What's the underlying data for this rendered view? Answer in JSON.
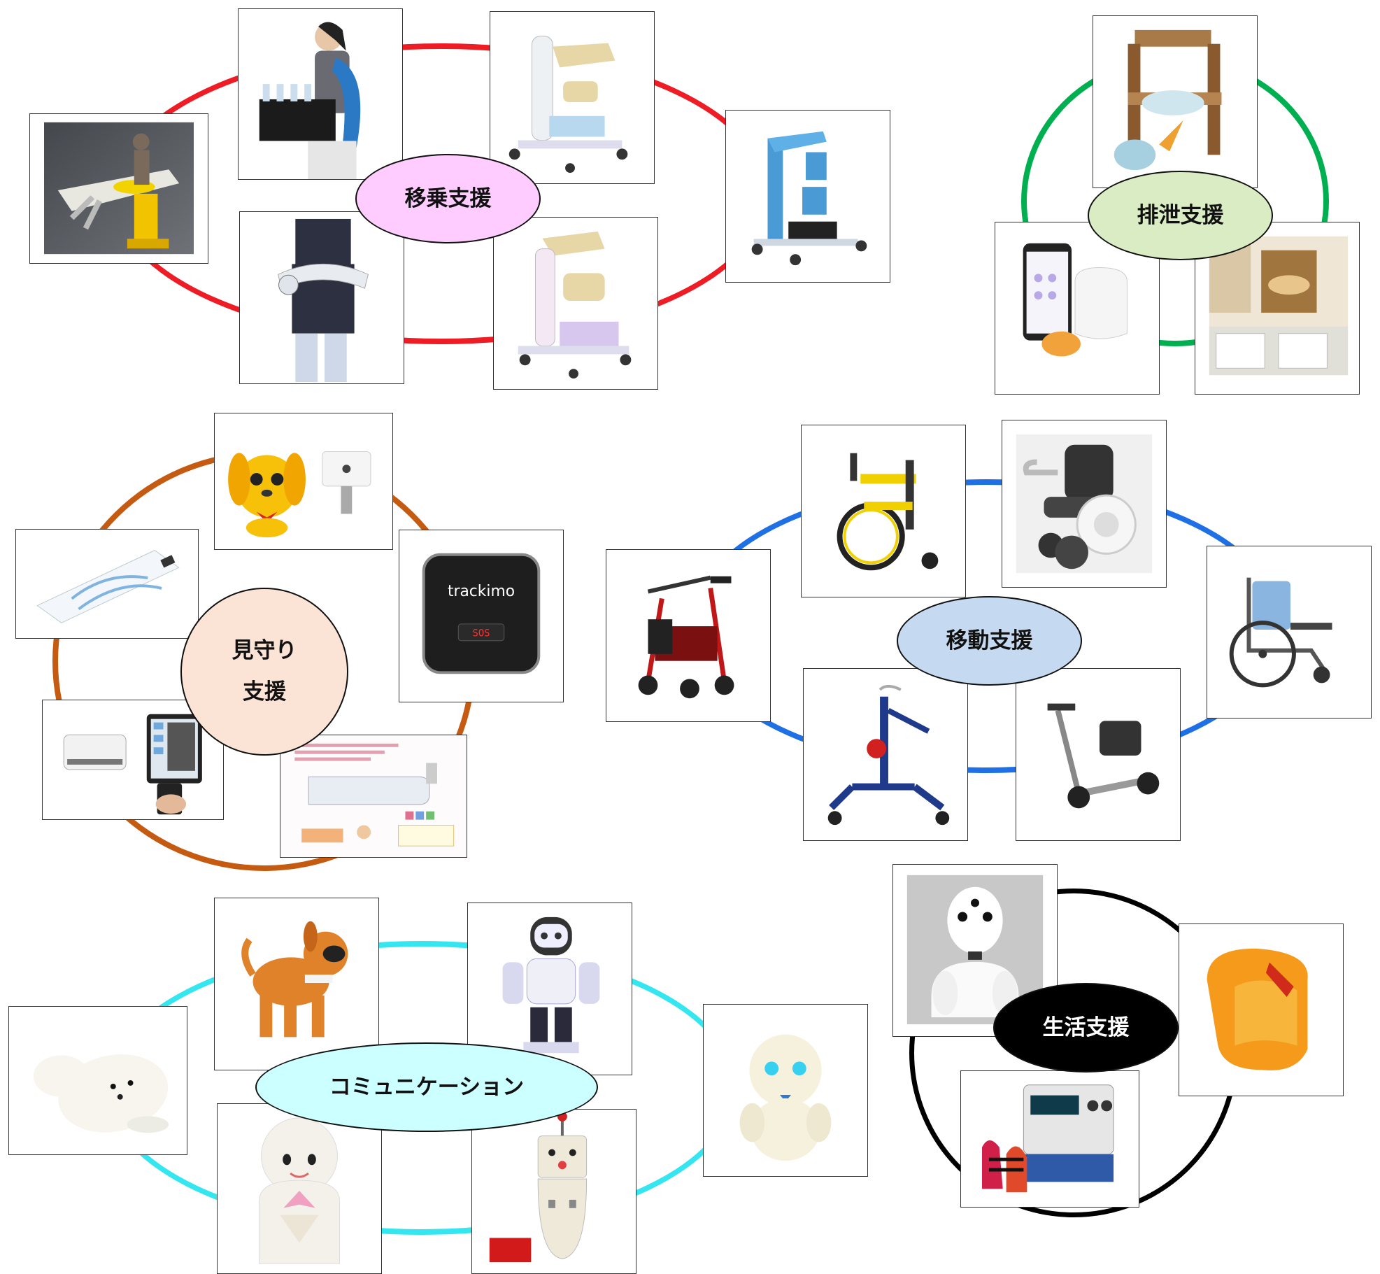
{
  "categories": {
    "transfer": {
      "label": "移乗支援",
      "ring_color": "#ee1c24",
      "label_bg": "#ffccff"
    },
    "excretion": {
      "label": "排泄支援",
      "ring_color": "#00b050",
      "label_bg": "#d9ecc4"
    },
    "monitoring": {
      "label_line1": "見守り",
      "label_line2": "支援",
      "ring_color": "#c55a11",
      "label_bg": "#fbe3d6"
    },
    "mobility": {
      "label": "移動支援",
      "ring_color": "#1f6fe5",
      "label_bg": "#c5d9f1"
    },
    "daily_life": {
      "label": "生活支援",
      "ring_color": "#000000",
      "label_bg": "#000000"
    },
    "communication": {
      "label": "コミュニケーション",
      "ring_color": "#33e6f0",
      "label_bg": "#ccffff"
    }
  },
  "product_images": {
    "tracker_brand": "trackimo",
    "tracker_display": "SOS"
  }
}
